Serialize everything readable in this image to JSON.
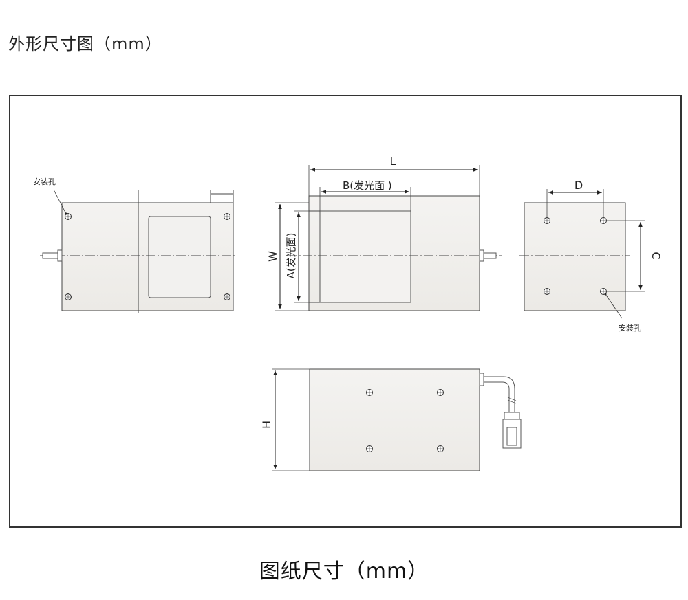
{
  "header": {
    "title": "外形尺寸图（mm）"
  },
  "labels": {
    "mounting_hole_left": "安装孔",
    "mounting_hole_right": "安装孔",
    "dim_L": "L",
    "dim_B": "B(发光面 )",
    "dim_W": "W",
    "dim_A": "A(发光面)",
    "dim_D": "D",
    "dim_C": "C",
    "dim_H": "H"
  },
  "footer": {
    "caption": "图纸尺寸（mm）"
  }
}
